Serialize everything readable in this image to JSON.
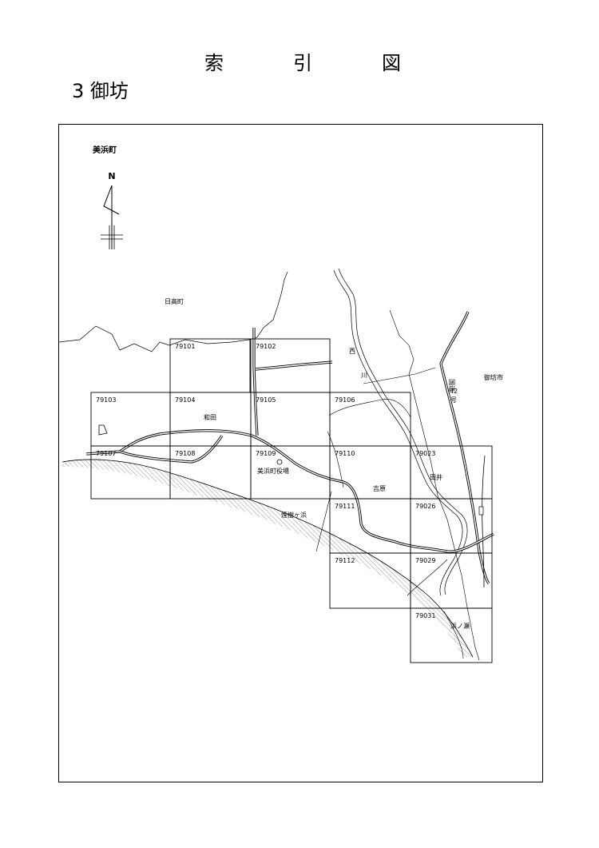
{
  "title": {
    "chars": [
      "索",
      "引",
      "図"
    ]
  },
  "subtitle": "3 御坊",
  "map": {
    "town_label": "美浜町",
    "north_label": "N",
    "places": {
      "hidaka_town": "日高町",
      "gobo_city": "御坊市",
      "wada": "和田",
      "mihama_office": "美浜町役場",
      "yoshihara": "吉原",
      "tai": "田井",
      "enjugahama": "煙樹ヶ浜",
      "hamanose": "浜ノ瀬",
      "river_ni": "西",
      "river_kawa": "川",
      "route_kokudo": "国道",
      "route_num": "42",
      "route_go": "号"
    },
    "sheets": [
      "79101",
      "79102",
      "79103",
      "79104",
      "79105",
      "79106",
      "79107",
      "79108",
      "79109",
      "79110",
      "79023",
      "79111",
      "79026",
      "79112",
      "79029",
      "79031"
    ]
  }
}
